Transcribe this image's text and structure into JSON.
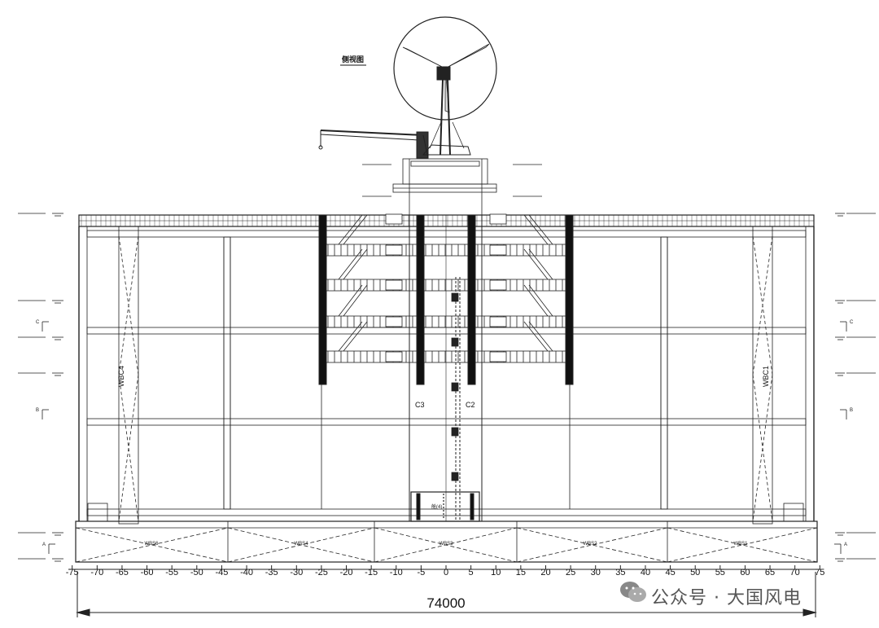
{
  "view_title": "侧视图",
  "dimension_total": "74000",
  "axis_ticks": [
    "-75",
    "-70",
    "-65",
    "-60",
    "-55",
    "-50",
    "-45",
    "-40",
    "-35",
    "-30",
    "-25",
    "-20",
    "-15",
    "-10",
    "-5",
    "0",
    "5",
    "10",
    "15",
    "20",
    "25",
    "30",
    "35",
    "40",
    "45",
    "50",
    "55",
    "60",
    "65",
    "70",
    "75"
  ],
  "columns": {
    "left": "C3",
    "right": "C2"
  },
  "braces": {
    "left": "WBC4",
    "right": "WBC1"
  },
  "base_beams": [
    "WBS6",
    "WBS4",
    "WBS3",
    "WBS2",
    "WBS1"
  ],
  "center_box_label": "舱(4)",
  "section_marks_left": [
    "C",
    "B",
    "A"
  ],
  "section_marks_right": [
    "C",
    "B",
    "A"
  ],
  "watermark": "公众号 · 大国风电"
}
